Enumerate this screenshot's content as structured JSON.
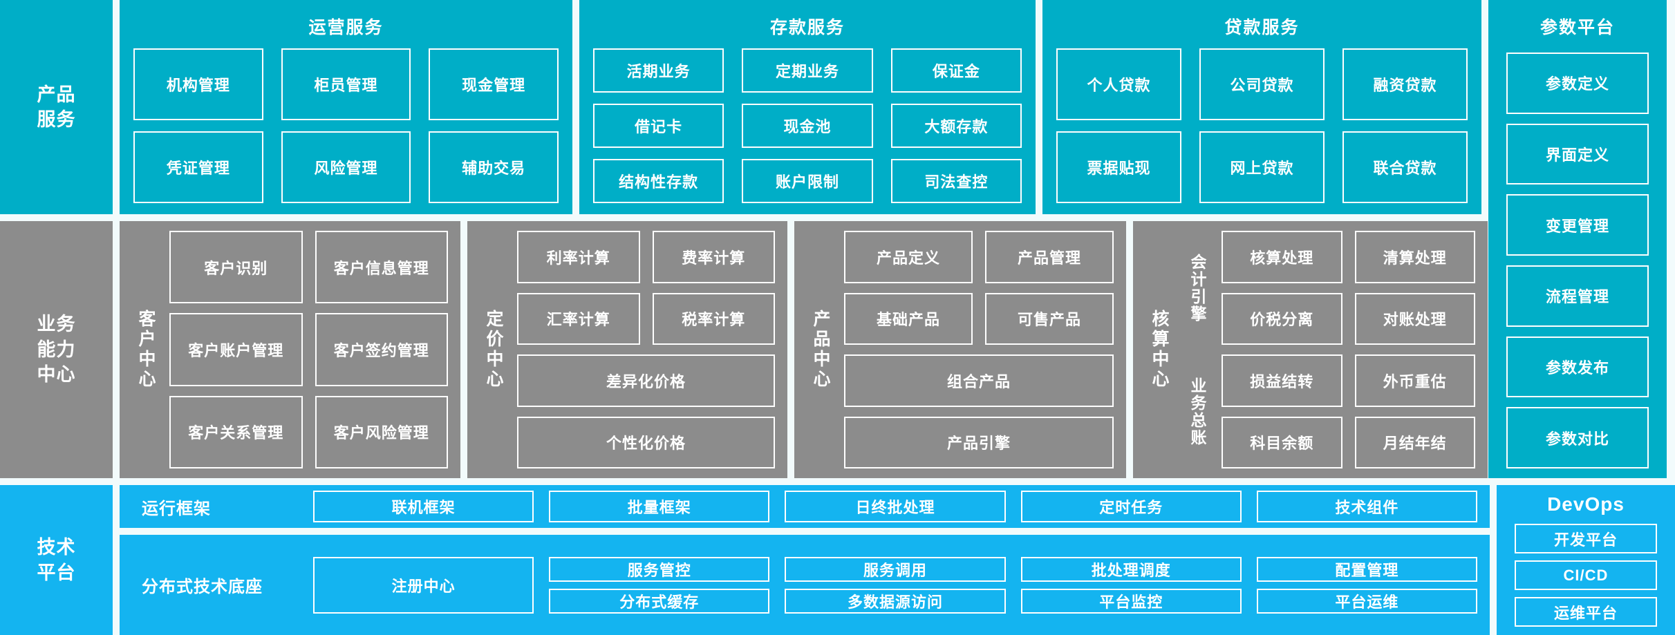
{
  "colors": {
    "teal": "#00AEC7",
    "gray": "#8C8C8C",
    "blue": "#14B4F0",
    "background": "#F2FBFC",
    "border": "#FFFFFF",
    "text": "#FFFFFF"
  },
  "rows": {
    "product_services": {
      "rail_label": "产品\n服务",
      "rail_line1": "产品",
      "rail_line2": "服务",
      "groups": [
        {
          "title": "运营服务",
          "cells": [
            "机构管理",
            "柜员管理",
            "现金管理",
            "凭证管理",
            "风险管理",
            "辅助交易"
          ]
        },
        {
          "title": "存款服务",
          "cells": [
            "活期业务",
            "定期业务",
            "保证金",
            "借记卡",
            "现金池",
            "大额存款",
            "结构性存款",
            "账户限制",
            "司法查控"
          ]
        },
        {
          "title": "贷款服务",
          "cells": [
            "个人贷款",
            "公司贷款",
            "融资贷款",
            "票据贴现",
            "网上贷款",
            "联合贷款"
          ]
        }
      ]
    },
    "business_capability": {
      "rail_line1": "业务",
      "rail_line2": "能力",
      "rail_line3": "中心",
      "groups": [
        {
          "vlabel": "客户中心",
          "cells": [
            "客户识别",
            "客户信息管理",
            "客户账户管理",
            "客户签约管理",
            "客户关系管理",
            "客户风险管理"
          ]
        },
        {
          "vlabel": "定价中心",
          "cells": [
            "利率计算",
            "费率计算",
            "汇率计算",
            "税率计算",
            "差异化价格",
            "个性化价格"
          ]
        },
        {
          "vlabel": "产品中心",
          "cells": [
            "产品定义",
            "产品管理",
            "基础产品",
            "可售产品",
            "组合产品",
            "产品引擎"
          ]
        },
        {
          "vlabel": "核算中心",
          "sub_labels": [
            "会计引擎",
            "业务总账"
          ],
          "cells": [
            "核算处理",
            "清算处理",
            "价税分离",
            "对账处理",
            "损益结转",
            "外币重估",
            "科目余额",
            "月结年结"
          ]
        }
      ]
    },
    "technical_platform": {
      "rail_line1": "技术",
      "rail_line2": "平台",
      "run_framework": {
        "label": "运行框架",
        "cells": [
          "联机框架",
          "批量框架",
          "日终批处理",
          "定时任务",
          "技术组件"
        ]
      },
      "distributed_base": {
        "label": "分布式技术底座",
        "registry": "注册中心",
        "cells_top": [
          "服务管控",
          "服务调用",
          "批处理调度",
          "配置管理"
        ],
        "cells_bottom": [
          "分布式缓存",
          "多数据源访问",
          "平台监控",
          "平台运维"
        ]
      }
    }
  },
  "param_platform": {
    "title": "参数平台",
    "items": [
      "参数定义",
      "界面定义",
      "变更管理",
      "流程管理",
      "参数发布",
      "参数对比"
    ]
  },
  "devops": {
    "title": "DevOps",
    "items": [
      "开发平台",
      "CI/CD",
      "运维平台"
    ]
  }
}
